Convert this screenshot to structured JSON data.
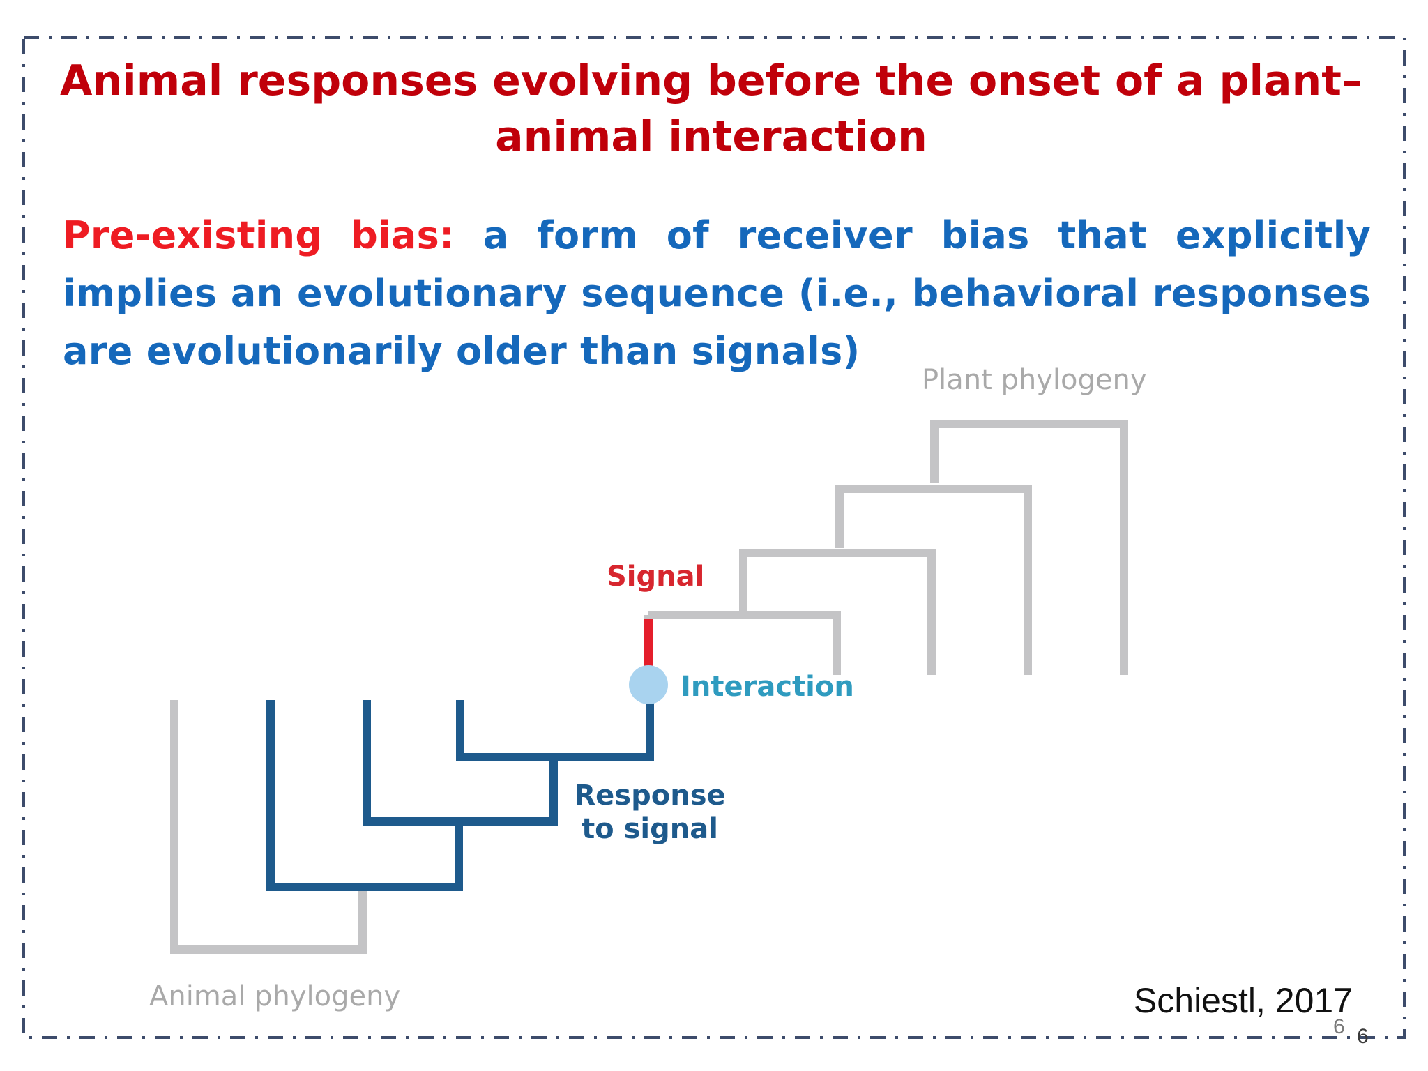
{
  "slide": {
    "title": "Animal responses evolving before the onset of a plant– animal interaction",
    "definition": {
      "term": "Pre-existing bias:",
      "text": "a form of receiver bias that explicitly implies an evolutionary sequence (i.e., behavioral responses are evolutionarily older than signals)"
    },
    "citation": "Schiestl, 2017",
    "page_number": "6",
    "page_number_overlay": "6"
  },
  "diagram": {
    "labels": {
      "plant_phylogeny": "Plant phylogeny",
      "animal_phylogeny": "Animal phylogeny",
      "signal": "Signal",
      "interaction": "Interaction",
      "response_line1": "Response",
      "response_line2": "to signal"
    },
    "colors": {
      "plant_tree": "#c4c4c6",
      "animal_tree_gray": "#c4c4c6",
      "animal_tree_blue": "#1e5a8c",
      "signal": "#e41e2b",
      "interaction_dot": "#a9d3ef",
      "interaction_text": "#2f9bbf",
      "signal_text": "#d7262e",
      "response_text": "#1e5a8c",
      "phylogeny_label": "#a9a9a9",
      "frame": "#3d4c6b"
    }
  }
}
